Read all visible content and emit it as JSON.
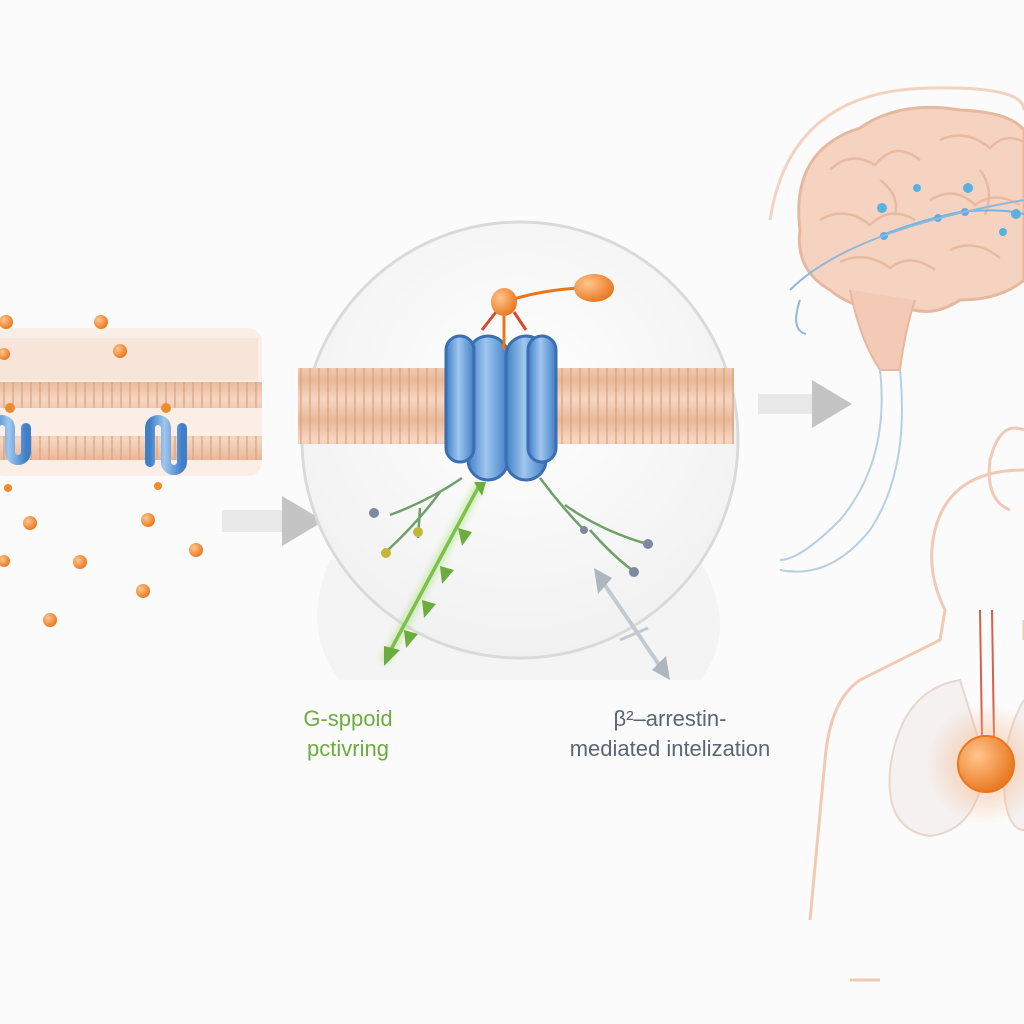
{
  "labels": {
    "g_protein": {
      "line1": "G-sppoid",
      "line2": "pctivring",
      "color": "#6cad3e"
    },
    "beta_arrestin": {
      "line1": "β²–arrestin-",
      "line2": "mediated intelization",
      "color": "#5a6575"
    }
  },
  "colors": {
    "membrane": "#efc7ad",
    "membrane_stripe": "#d9a27f",
    "receptor": "#5b97d6",
    "ligand": "#f08b2e",
    "g_protein_arrow": "#7cc24a",
    "arrestin_arrow": "#b8bec6",
    "flow_arrow": "#c4c4c4",
    "brain": "#f6d3c0",
    "body_outline": "#f2c9b5",
    "heart": "#f0893a",
    "nerve": "#8fb8dc"
  },
  "icons": {
    "receptor": "gpcr-receptor-icon",
    "ligand": "opioid-ligand-icon",
    "brain": "brain-icon",
    "body": "human-torso-icon",
    "heart": "heart-icon"
  }
}
